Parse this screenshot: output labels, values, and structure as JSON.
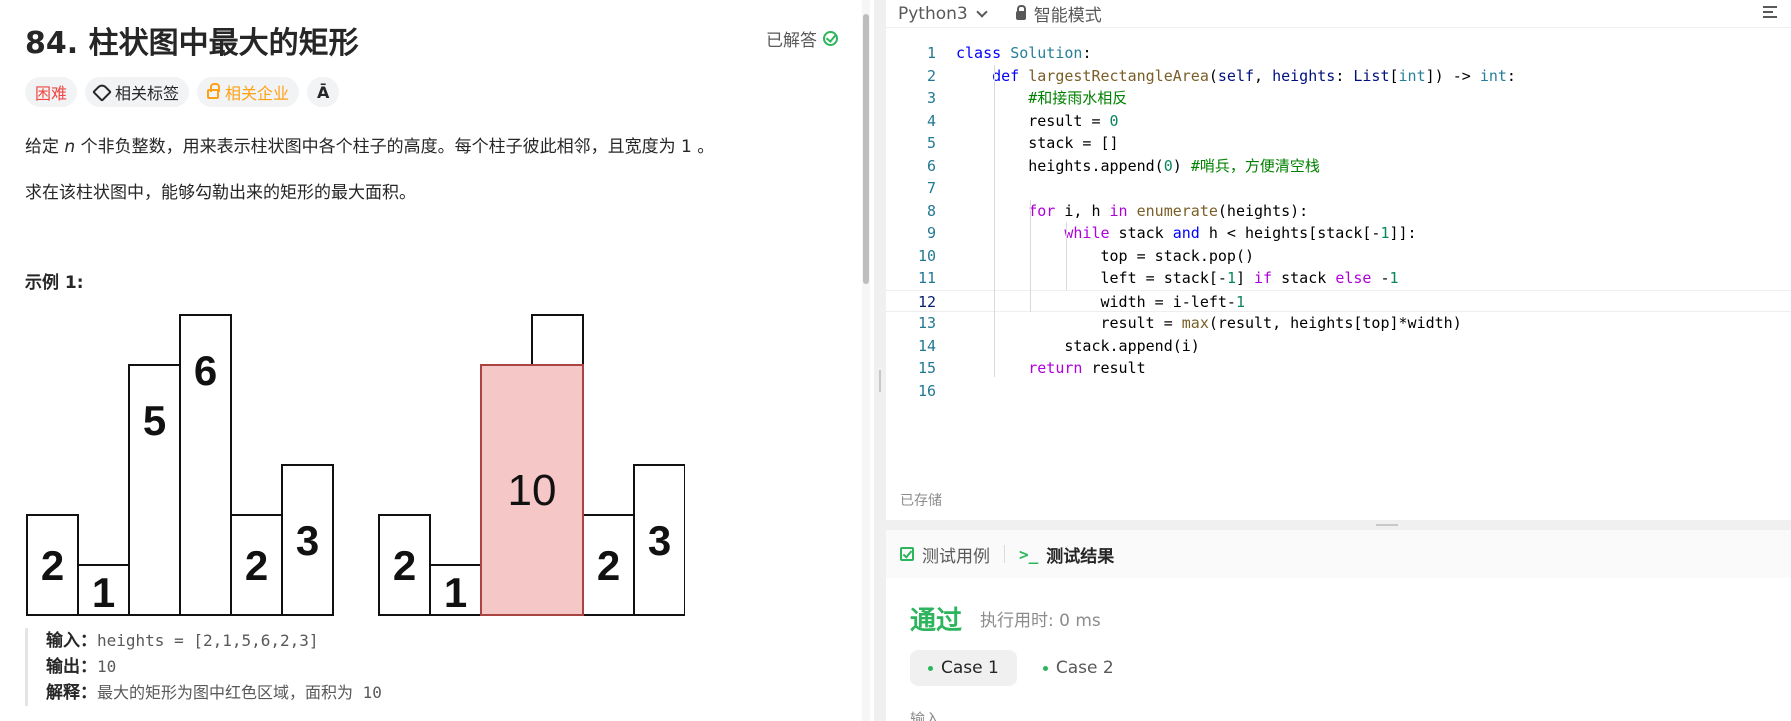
{
  "problem": {
    "title": "84. 柱状图中最大的矩形",
    "status": "已解答",
    "tags": {
      "difficulty": "困难",
      "related_tags": "相关标签",
      "related_companies": "相关企业",
      "translate": "Ā"
    },
    "desc1_pre": "给定 ",
    "desc1_var": "n",
    "desc1_post": " 个非负整数，用来表示柱状图中各个柱子的高度。每个柱子彼此相邻，且宽度为 1 。",
    "desc2": "求在该柱状图中，能够勾勒出来的矩形的最大面积。",
    "example_title": "示例 1:",
    "bars": [
      2,
      1,
      5,
      6,
      2,
      3
    ],
    "highlight_area": "10",
    "input_label": "输入：",
    "input_value": "heights = [2,1,5,6,2,3]",
    "output_label": "输出：",
    "output_value": "10",
    "explain_label": "解释：",
    "explain_value": "最大的矩形为图中红色区域，面积为 10"
  },
  "editor": {
    "language": "Python3",
    "mode": "智能模式",
    "saved": "已存储",
    "active_line": 12
  },
  "results": {
    "tab_testcase": "测试用例",
    "tab_result": "测试结果",
    "status": "通过",
    "runtime": "执行用时: 0 ms",
    "case1": "Case 1",
    "case2": "Case 2",
    "input_label": "输入"
  }
}
